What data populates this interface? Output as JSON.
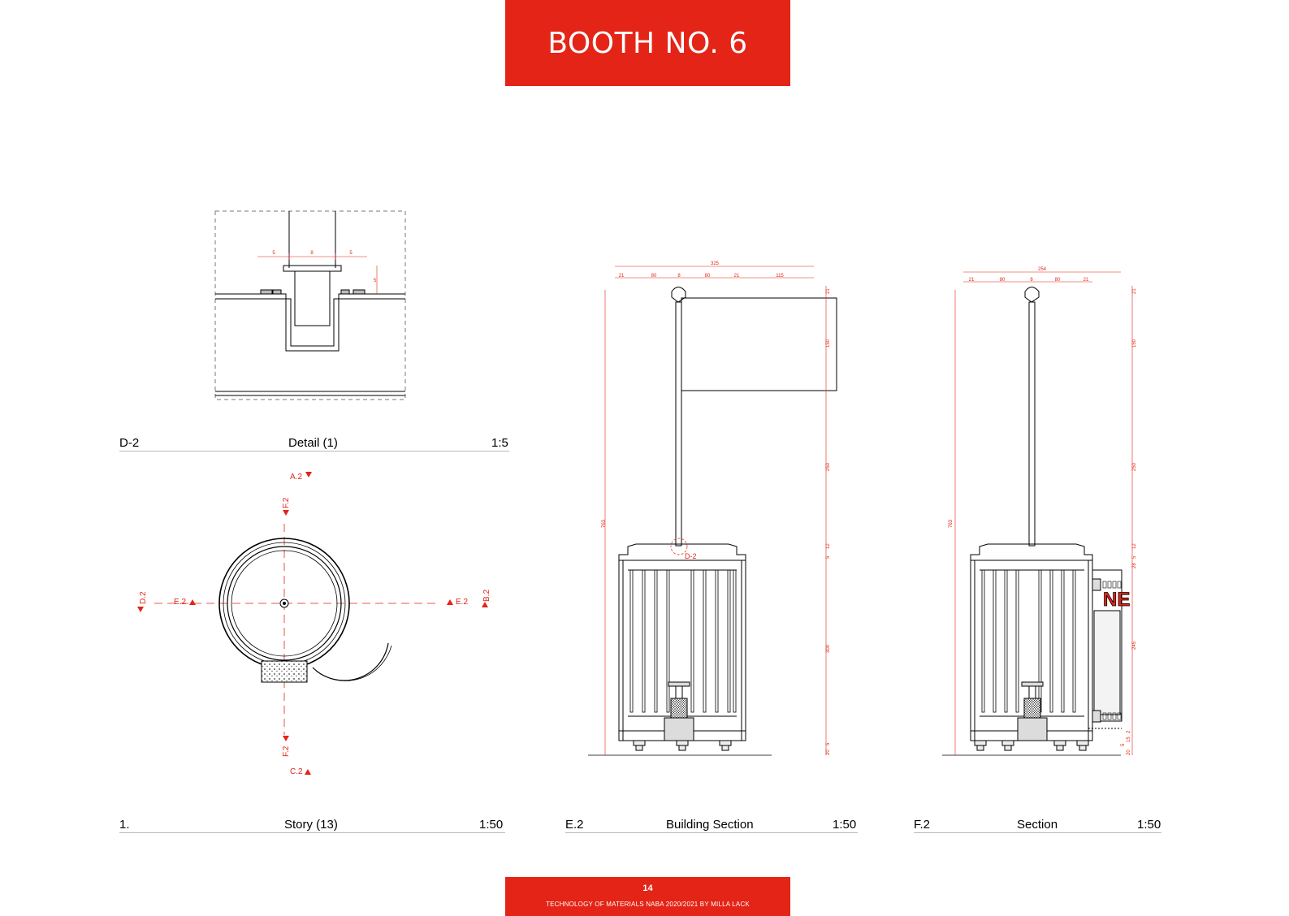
{
  "header": {
    "title": "BOOTH NO. 6"
  },
  "footer": {
    "page_number": "14",
    "credit": "TECHNOLOGY OF MATERIALS   NABA 2020/2021   BY MILLA LACK"
  },
  "drawings": {
    "detail": {
      "code": "D-2",
      "name": "Detail (1)",
      "scale": "1:5",
      "dims": {
        "d1": "5",
        "d2": "8",
        "d3": "5",
        "d4": "5"
      }
    },
    "plan": {
      "code": "1.",
      "name": "Story (13)",
      "scale": "1:50",
      "markers": {
        "a2": "A.2",
        "c2": "C.2",
        "f2_top": "F.2",
        "f2_bottom": "F.2",
        "d2": "D.2",
        "e2_left": "E.2",
        "e2_right": "E.2",
        "b2": "B.2"
      }
    },
    "building_section": {
      "code": "E.2",
      "name": "Building Section",
      "scale": "1:50",
      "detail_callout": "D-2",
      "dims_top": {
        "total": "325",
        "s1": "21",
        "s2": "80",
        "s3": "8",
        "s4": "80",
        "s5": "21",
        "s6": "115"
      },
      "dims_right": {
        "r1": "21",
        "r2": "150",
        "r3": "250",
        "r4": "5",
        "r5": "12",
        "r6": "300",
        "r7": "20",
        "r8": "5"
      },
      "dims_left": {
        "height": "763"
      }
    },
    "section": {
      "code": "F.2",
      "name": "Section",
      "scale": "1:50",
      "dims_top": {
        "total": "254",
        "s1": "21",
        "s2": "80",
        "s3": "8",
        "s4": "80",
        "s5": "21"
      },
      "dims_right": {
        "r1": "21",
        "r2": "150",
        "r3": "250",
        "r4": "5",
        "r5": "12",
        "r6": "28",
        "r7": "245",
        "r8": "2",
        "r9": "15",
        "r10": "5",
        "r11": "20"
      },
      "dims_left": {
        "height": "763"
      },
      "sign_text": "NE"
    }
  },
  "colors": {
    "accent": "#e32416",
    "line": "#000000",
    "dimension": "#e32416"
  }
}
